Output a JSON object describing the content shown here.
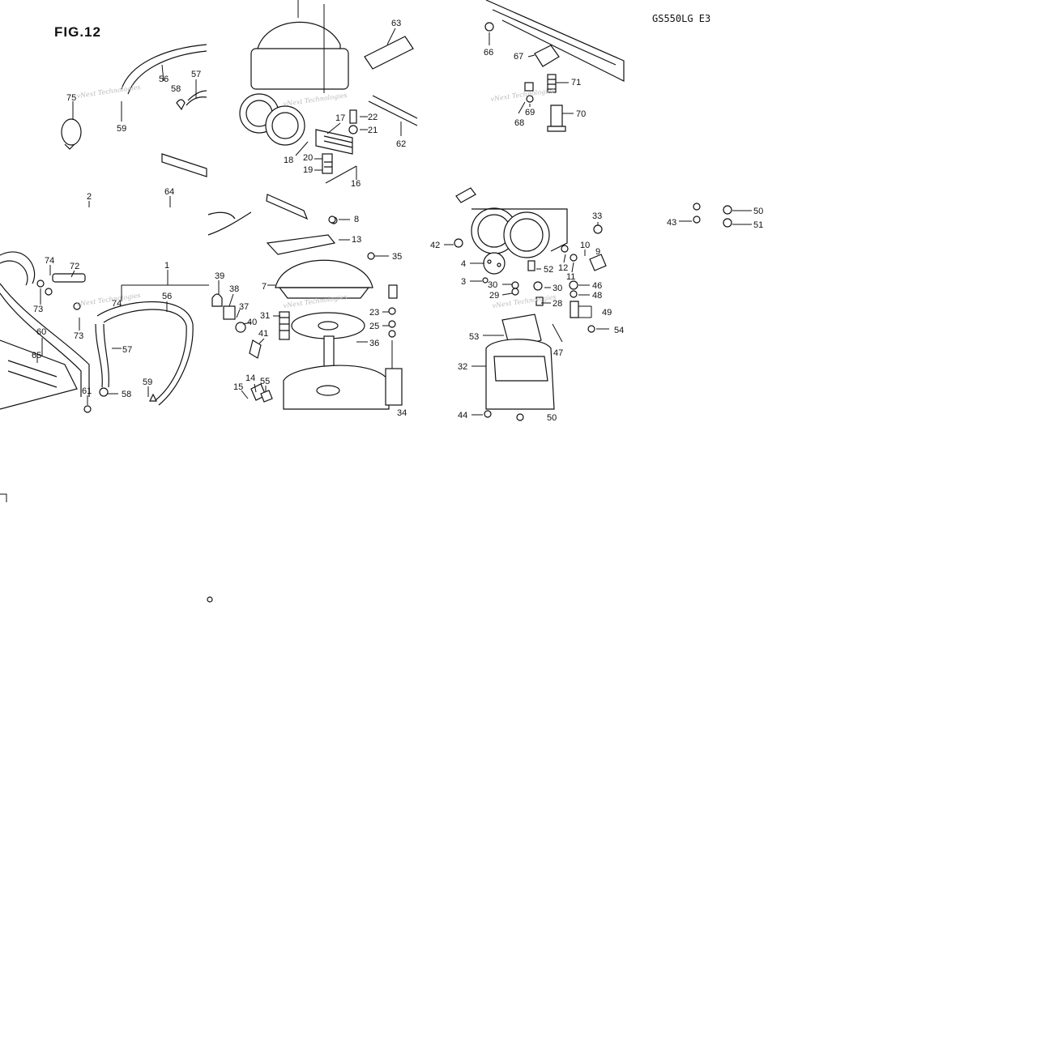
{
  "figure": {
    "title": "FIG.12",
    "model_code": "GS550LG E3"
  },
  "watermark": "vNext Technologies",
  "callouts": [
    {
      "id": "c75",
      "text": "75"
    },
    {
      "id": "c56a",
      "text": "56"
    },
    {
      "id": "c57a",
      "text": "57"
    },
    {
      "id": "c58a",
      "text": "58"
    },
    {
      "id": "c59a",
      "text": "59"
    },
    {
      "id": "c2",
      "text": "2"
    },
    {
      "id": "c64",
      "text": "64"
    },
    {
      "id": "c63",
      "text": "63"
    },
    {
      "id": "c17",
      "text": "17"
    },
    {
      "id": "c22",
      "text": "22"
    },
    {
      "id": "c21",
      "text": "21"
    },
    {
      "id": "c62",
      "text": "62"
    },
    {
      "id": "c18",
      "text": "18"
    },
    {
      "id": "c20",
      "text": "20"
    },
    {
      "id": "c19",
      "text": "19"
    },
    {
      "id": "c16",
      "text": "16"
    },
    {
      "id": "c66",
      "text": "66"
    },
    {
      "id": "c67",
      "text": "67"
    },
    {
      "id": "c71",
      "text": "71"
    },
    {
      "id": "c69",
      "text": "69"
    },
    {
      "id": "c68",
      "text": "68"
    },
    {
      "id": "c70",
      "text": "70"
    },
    {
      "id": "c74a",
      "text": "74"
    },
    {
      "id": "c72",
      "text": "72"
    },
    {
      "id": "c1",
      "text": "1"
    },
    {
      "id": "c73a",
      "text": "73"
    },
    {
      "id": "c74b",
      "text": "74"
    },
    {
      "id": "c56b",
      "text": "56"
    },
    {
      "id": "c73b",
      "text": "73"
    },
    {
      "id": "c60",
      "text": "60"
    },
    {
      "id": "c65",
      "text": "65"
    },
    {
      "id": "c57b",
      "text": "57"
    },
    {
      "id": "c61",
      "text": "61"
    },
    {
      "id": "c58b",
      "text": "58"
    },
    {
      "id": "c59b",
      "text": "59"
    },
    {
      "id": "c8",
      "text": "8"
    },
    {
      "id": "c13",
      "text": "13"
    },
    {
      "id": "c35",
      "text": "35"
    },
    {
      "id": "c39",
      "text": "39"
    },
    {
      "id": "c38",
      "text": "38"
    },
    {
      "id": "c7",
      "text": "7"
    },
    {
      "id": "c37",
      "text": "37"
    },
    {
      "id": "c31",
      "text": "31"
    },
    {
      "id": "c40",
      "text": "40"
    },
    {
      "id": "c41",
      "text": "41"
    },
    {
      "id": "c23",
      "text": "23"
    },
    {
      "id": "c25",
      "text": "25"
    },
    {
      "id": "c36",
      "text": "36"
    },
    {
      "id": "c14",
      "text": "14"
    },
    {
      "id": "c55",
      "text": "55"
    },
    {
      "id": "c15",
      "text": "15"
    },
    {
      "id": "c34",
      "text": "34"
    },
    {
      "id": "c33",
      "text": "33"
    },
    {
      "id": "c42",
      "text": "42"
    },
    {
      "id": "c10",
      "text": "10"
    },
    {
      "id": "c9",
      "text": "9"
    },
    {
      "id": "c4",
      "text": "4"
    },
    {
      "id": "c52",
      "text": "52"
    },
    {
      "id": "c12",
      "text": "12"
    },
    {
      "id": "c11",
      "text": "11"
    },
    {
      "id": "c3",
      "text": "3"
    },
    {
      "id": "c30a",
      "text": "30"
    },
    {
      "id": "c30b",
      "text": "30"
    },
    {
      "id": "c46",
      "text": "46"
    },
    {
      "id": "c29",
      "text": "29"
    },
    {
      "id": "c48",
      "text": "48"
    },
    {
      "id": "c28",
      "text": "28"
    },
    {
      "id": "c49",
      "text": "49"
    },
    {
      "id": "c53",
      "text": "53"
    },
    {
      "id": "c54",
      "text": "54"
    },
    {
      "id": "c47",
      "text": "47"
    },
    {
      "id": "c32",
      "text": "32"
    },
    {
      "id": "c44",
      "text": "44"
    },
    {
      "id": "c50",
      "text": "50"
    },
    {
      "id": "c43",
      "text": "43"
    },
    {
      "id": "c50b",
      "text": "50"
    },
    {
      "id": "c51",
      "text": "51"
    }
  ]
}
